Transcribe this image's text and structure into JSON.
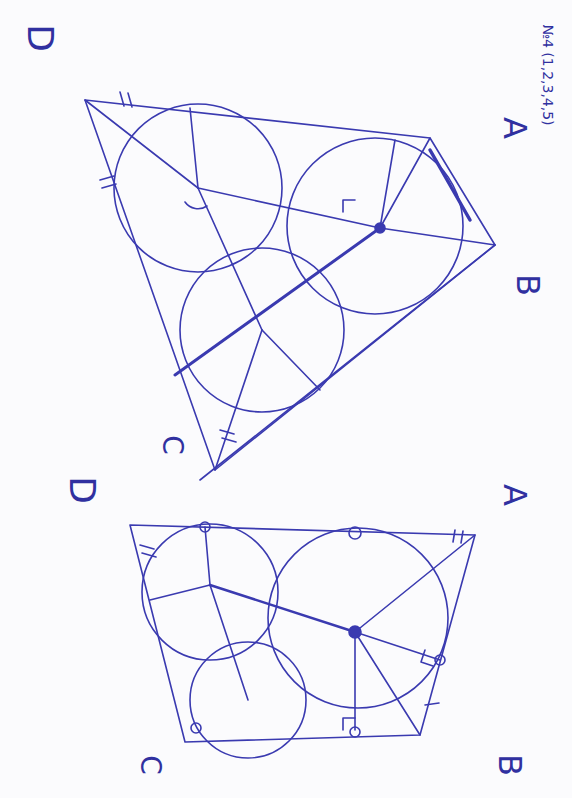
{
  "diagram": {
    "labels": [
      "D",
      "A",
      "B",
      "C",
      "D",
      "A",
      "B",
      "C",
      "№4 (1,2,3,4,5)"
    ]
  }
}
